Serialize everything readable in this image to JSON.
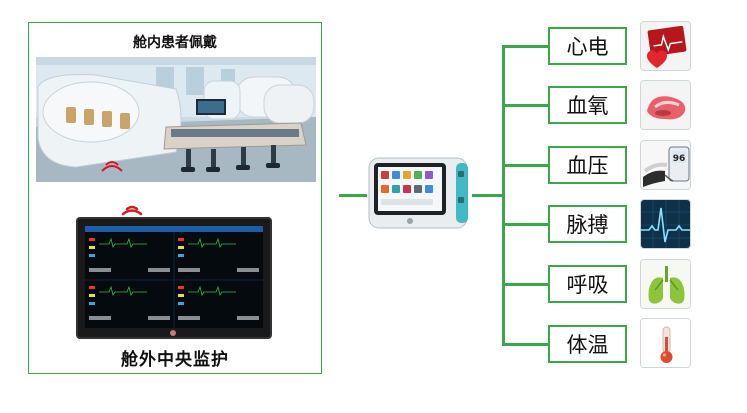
{
  "left_panel": {
    "top_caption": "舱内患者佩戴",
    "bottom_caption": "舱外中央监护"
  },
  "parameters": [
    {
      "label": "心电",
      "icon": "ecg-heart-icon"
    },
    {
      "label": "血氧",
      "icon": "spo2-finger-clip-icon"
    },
    {
      "label": "血压",
      "icon": "blood-pressure-cuff-icon"
    },
    {
      "label": "脉搏",
      "icon": "pulse-waveform-icon"
    },
    {
      "label": "呼吸",
      "icon": "lungs-icon"
    },
    {
      "label": "体温",
      "icon": "thermometer-icon"
    }
  ],
  "colors": {
    "connector": "#3aa84a",
    "border": "#3aa84a"
  }
}
